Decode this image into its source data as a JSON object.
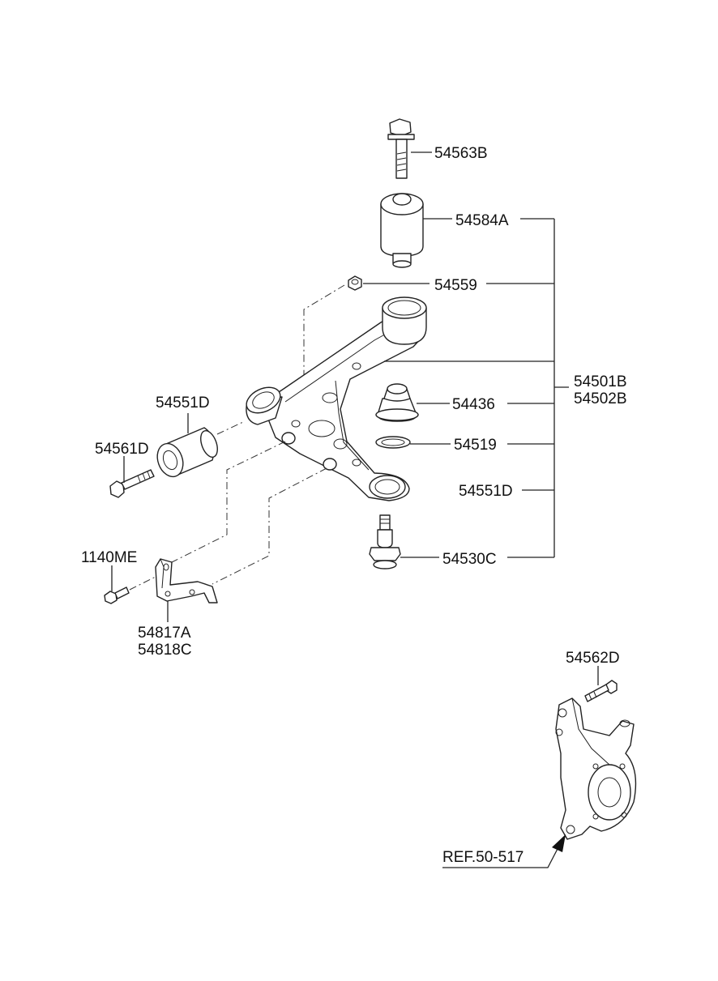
{
  "labels": {
    "bolt_top": "54563B",
    "bushing_top": "54584A",
    "nut": "54559",
    "arm_assy_line1": "54501B",
    "arm_assy_line2": "54502B",
    "dust_cover": "54436",
    "ring": "54519",
    "bushing_right": "54551D",
    "ball_joint": "54530C",
    "bushing_left": "54551D",
    "bolt_left": "54561D",
    "bolt_small": "1140ME",
    "bracket_line1": "54817A",
    "bracket_line2": "54818C",
    "knuckle_bolt": "54562D",
    "reference": "REF.50-517"
  }
}
